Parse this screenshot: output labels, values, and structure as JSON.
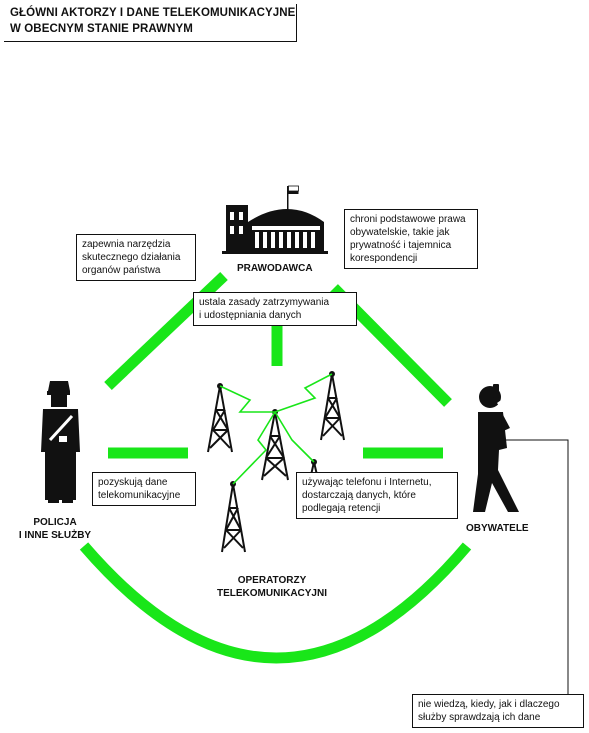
{
  "title": {
    "line1": "GŁÓWNI AKTORZY I DANE TELEKOMUNIKACYJNE",
    "line2": "W OBECNYM STANIE PRAWNYM"
  },
  "actors": {
    "lawmaker": "PRAWODAWCA",
    "police_line1": "POLICJA",
    "police_line2": "I INNE SŁUŻBY",
    "citizens": "OBYWATELE",
    "operators_line1": "OPERATORZY",
    "operators_line2": "TELEKOMUNIKACYJNI"
  },
  "boxes": {
    "tools": [
      "zapewnia narzędzia",
      "skutecznego działania",
      "organów państwa"
    ],
    "rights": [
      "chroni podstawowe prawa",
      "obywatelskie, takie jak",
      "prywatność i tajemnica",
      "korespondencji"
    ],
    "rules": [
      "ustala zasady zatrzymywania",
      "i udostępniania danych"
    ],
    "obtain": [
      "pozyskują dane",
      "telekomunikacyjne"
    ],
    "usage": [
      "używając telefonu i Internetu,",
      "dostarczają danych, które",
      "podlegają retencji"
    ],
    "unaware": [
      "nie wiedzą, kiedy, jak i dlaczego",
      "służby sprawdzają ich dane"
    ]
  },
  "colors": {
    "accent_green": "#19e619",
    "ink": "#111111"
  },
  "icons": [
    "parliament-icon",
    "police-officer-icon",
    "citizen-on-phone-icon",
    "transmission-tower-icon"
  ]
}
